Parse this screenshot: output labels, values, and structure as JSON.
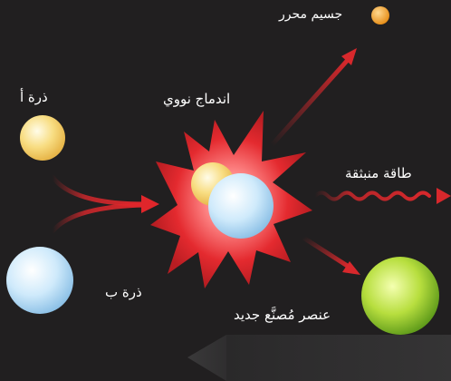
{
  "labels": {
    "atom_a": "ذرة أ",
    "atom_b": "ذرة ب",
    "fusion": "اندماج نووي",
    "free_particle": "جسيم محرر",
    "released_energy": "طاقة منبثقة",
    "new_element": "عنصر مُصنَّع جديد"
  },
  "colors": {
    "background": "#211f20",
    "arrow": "#d8282c",
    "burst": "#e0262b",
    "atom_a": "#f6d878",
    "atom_b": "#cde9fa",
    "new_element": "#b4dd4a",
    "free_particle": "#f3a223"
  }
}
